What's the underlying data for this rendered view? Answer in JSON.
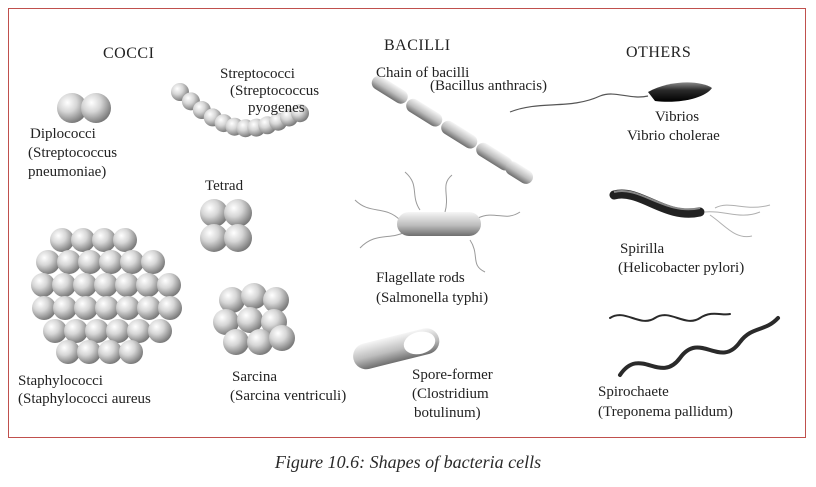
{
  "headings": {
    "cocci": "COCCI",
    "bacilli": "BACILLI",
    "others": "OTHERS"
  },
  "labels": {
    "diplococci": "Diplococci",
    "diplococci_species_1": "(Streptococcus",
    "diplococci_species_2": "pneumoniae)",
    "streptococci": "Streptococci",
    "streptococci_species_1": "(Streptococcus",
    "streptococci_species_2": "pyogenes",
    "tetrad": "Tetrad",
    "staphylococci": "Staphylococci",
    "staphylococci_species": "(Staphylococci aureus",
    "sarcina": "Sarcina",
    "sarcina_species": "(Sarcina ventriculi)",
    "chain_of_bacilli": "Chain of bacilli",
    "chain_species": "(Bacillus anthracis)",
    "flagellate_rods": "Flagellate rods",
    "flagellate_species": "(Salmonella typhi)",
    "spore_former": "Spore-former",
    "spore_species_1": "(Clostridium",
    "spore_species_2": "botulinum)",
    "vibrios": "Vibrios",
    "vibrio_species": "Vibrio cholerae",
    "spirilla": "Spirilla",
    "spirilla_species": "(Helicobacter pylori)",
    "spirochaete": "Spirochaete",
    "spirochaete_species": "(Treponema pallidum)"
  },
  "caption": "Figure 10.6: Shapes of bacteria cells",
  "colors": {
    "border": "#c0504d",
    "cell_light": "#f2f2f2",
    "cell_dark": "#7d7d7d",
    "dark_cell": "#1c1c1c"
  }
}
